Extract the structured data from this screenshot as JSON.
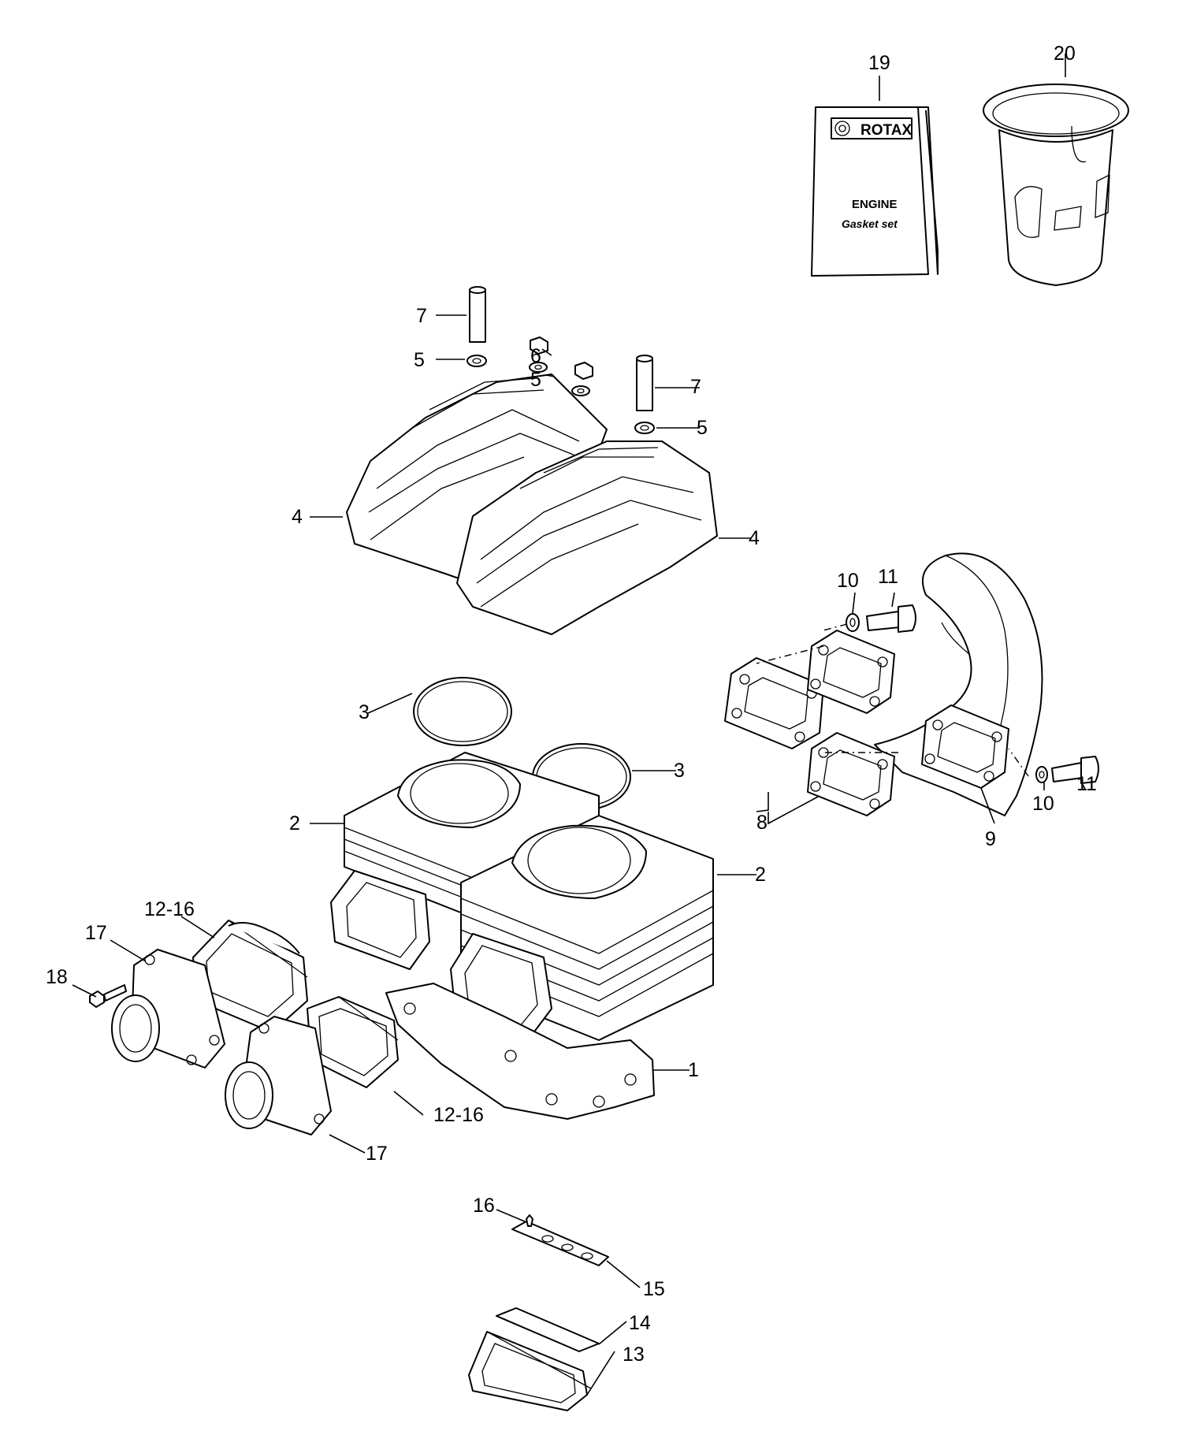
{
  "callouts": {
    "c1": "1",
    "c2a": "2",
    "c2b": "2",
    "c3a": "3",
    "c3b": "3",
    "c4a": "4",
    "c4b": "4",
    "c5a": "5",
    "c5b": "5",
    "c5c": "5",
    "c6": "6",
    "c7a": "7",
    "c7b": "7",
    "c8": "8",
    "c9": "9",
    "c10a": "10",
    "c10b": "10",
    "c11a": "11",
    "c11b": "11",
    "c12a": "12-16",
    "c12b": "12-16",
    "c13": "13",
    "c14": "14",
    "c15": "15",
    "c16": "16",
    "c17a": "17",
    "c17b": "17",
    "c18": "18",
    "c19": "19",
    "c20": "20"
  },
  "gasket_set": {
    "brand": "ROTAX",
    "line1": "ENGINE",
    "line2": "Gasket set"
  }
}
